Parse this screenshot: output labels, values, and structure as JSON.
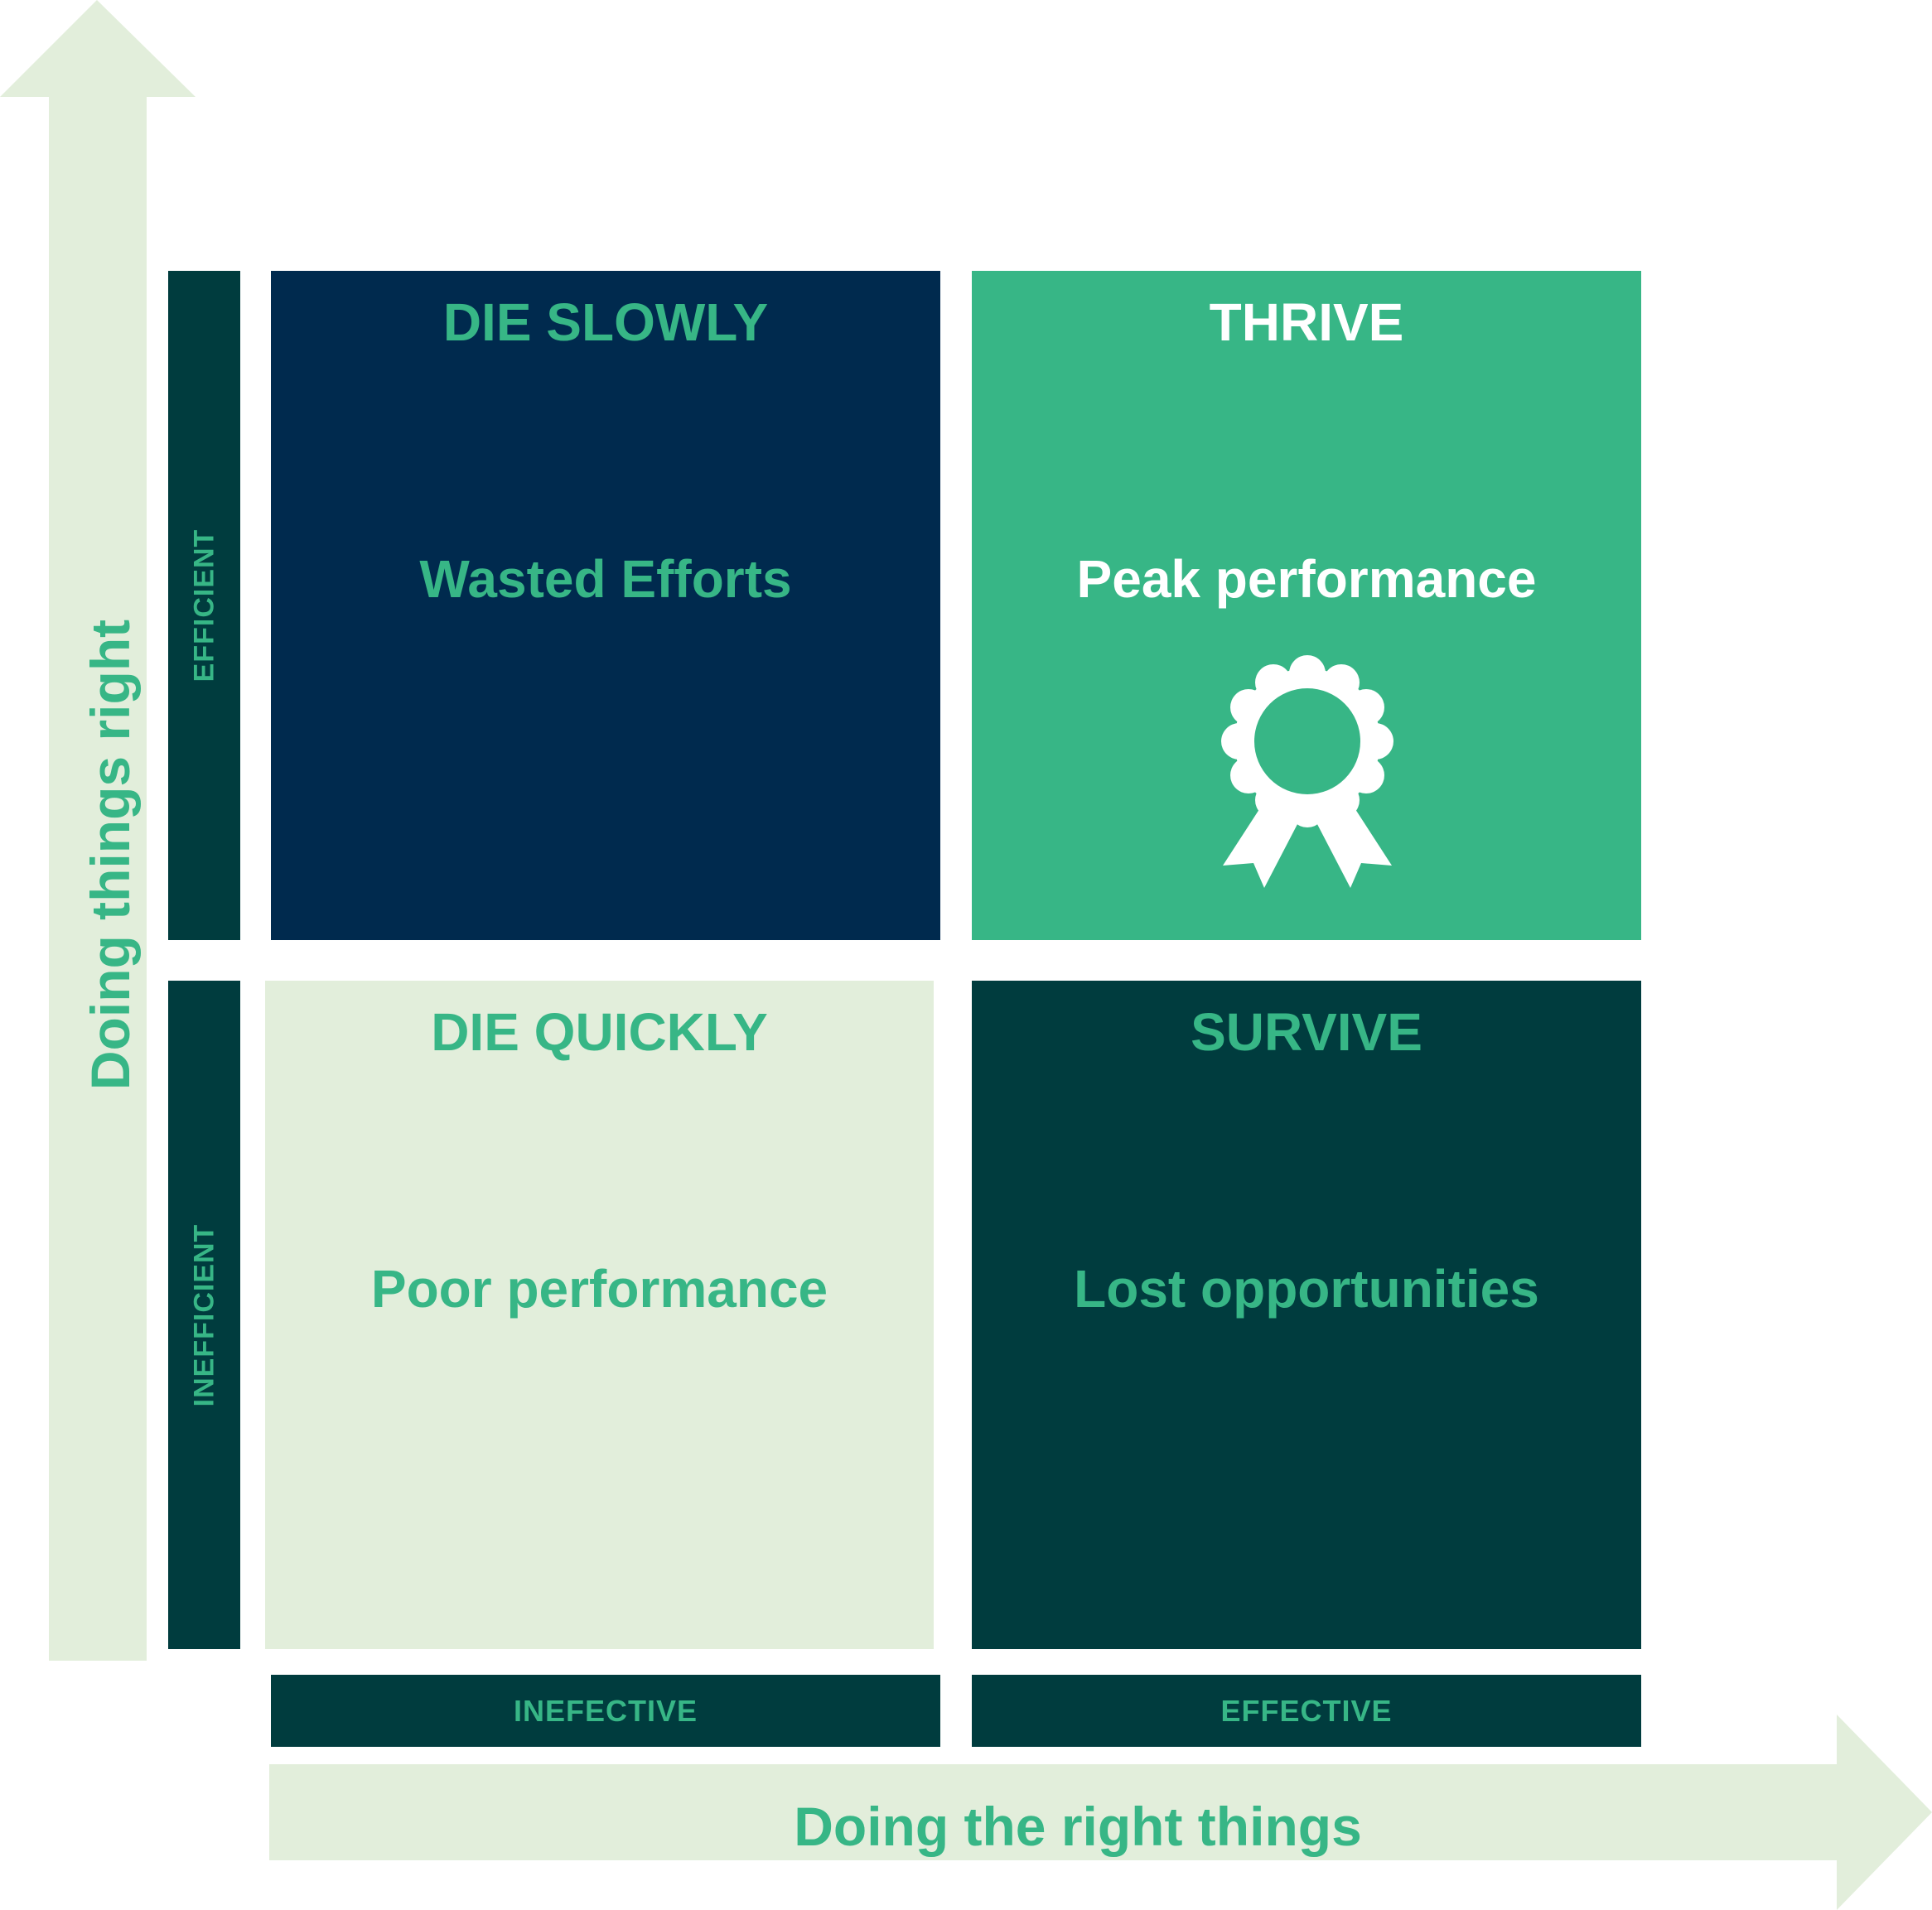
{
  "colors": {
    "arrow_fill": "#e2eedb",
    "dark_navy": "#002a4e",
    "accent_green": "#37b686",
    "dark_teal": "#003c3e",
    "pale_green": "#e2eedb",
    "white": "#ffffff"
  },
  "axes": {
    "y_title": "Doing things right",
    "x_title": "Doing the right things",
    "y_levels": [
      "EFFICIENT",
      "INEFFICIENT"
    ],
    "x_levels": [
      "INEFECTIVE",
      "EFFECTIVE"
    ]
  },
  "quadrants": {
    "top_left": {
      "title": "DIE SLOWLY",
      "subtitle": "Wasted Efforts"
    },
    "top_right": {
      "title": "THRIVE",
      "subtitle": "Peak performance",
      "icon": "award-ribbon-icon"
    },
    "bottom_left": {
      "title": "DIE QUICKLY",
      "subtitle": "Poor performance"
    },
    "bottom_right": {
      "title": "SURVIVE",
      "subtitle": "Lost opportunities"
    }
  }
}
